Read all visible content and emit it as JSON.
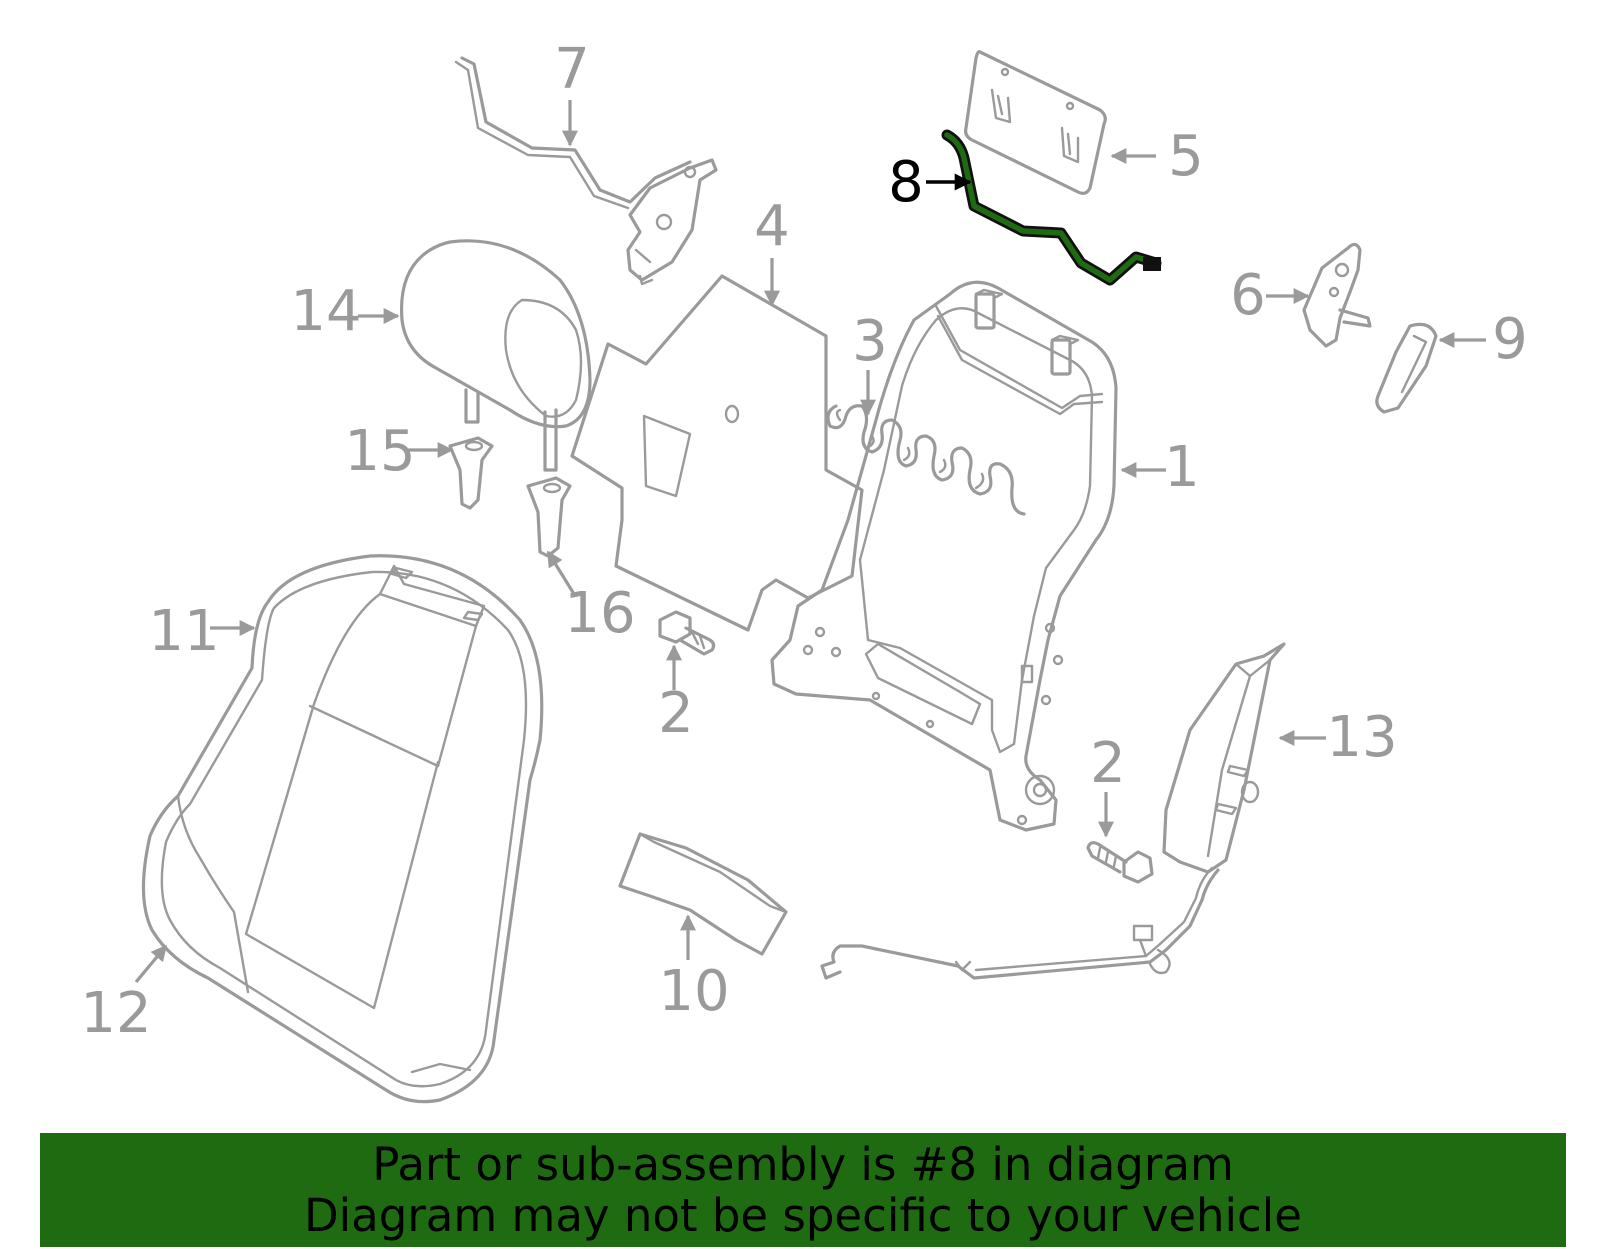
{
  "banner": {
    "line1": "Part or sub-assembly is #8 in diagram",
    "line2": "Diagram may not be specific to your vehicle",
    "background": "#1e6b12"
  },
  "highlight": {
    "part": "8",
    "color": "#1e6b12"
  },
  "callouts": {
    "c1": "1",
    "c2a": "2",
    "c2b": "2",
    "c3": "3",
    "c4": "4",
    "c5": "5",
    "c6": "6",
    "c7": "7",
    "c8": "8",
    "c9": "9",
    "c10": "10",
    "c11": "11",
    "c12": "12",
    "c13": "13",
    "c14": "14",
    "c15": "15",
    "c16": "16"
  }
}
